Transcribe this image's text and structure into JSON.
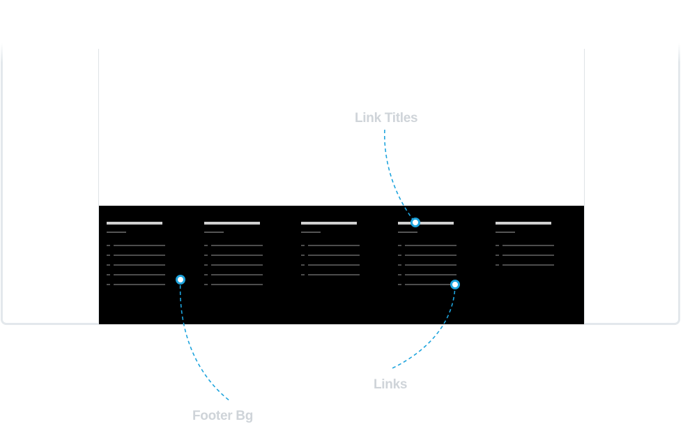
{
  "annotations": {
    "link_titles": "Link Titles",
    "links": "Links",
    "footer_bg": "Footer Bg"
  },
  "footer": {
    "background": "#000000",
    "columns": [
      {
        "link_count": 5
      },
      {
        "link_count": 5
      },
      {
        "link_count": 4
      },
      {
        "link_count": 5
      },
      {
        "link_count": 3
      }
    ]
  },
  "colors": {
    "accent": "#1ea4dd",
    "label": "#cfd4d9",
    "link_placeholder": "#4d4d4d",
    "title_placeholder": "#d0d0d0"
  }
}
